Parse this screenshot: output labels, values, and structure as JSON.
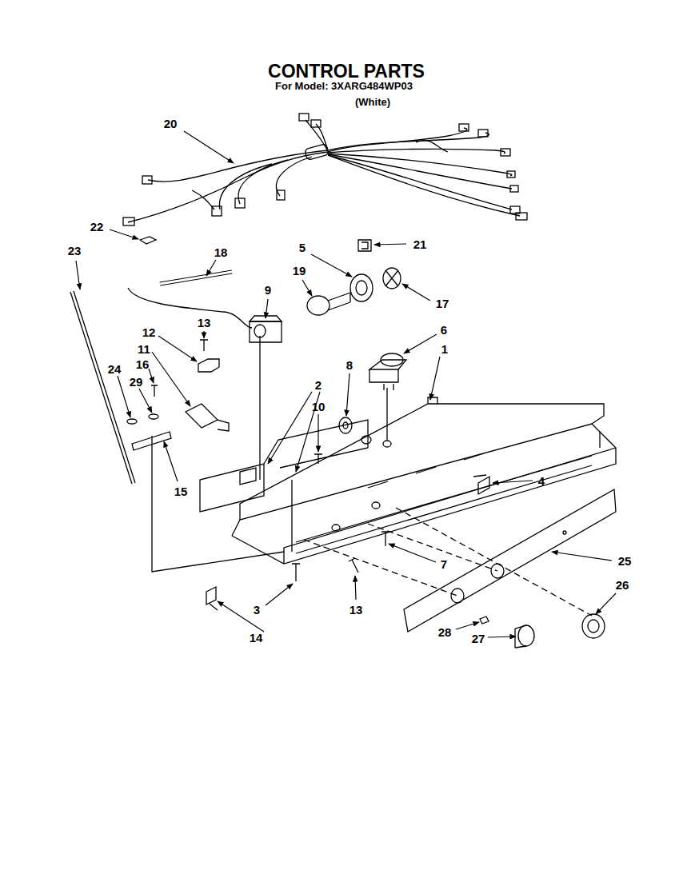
{
  "diagram": {
    "title": "CONTROL PARTS",
    "labels": [
      "For Model: 3XARG484WP03",
      "(White)",
      "20",
      "22",
      "21",
      "5",
      "23",
      "18",
      "19",
      "17",
      "9",
      "12",
      "13",
      "6",
      "11",
      "16",
      "8",
      "2",
      "24",
      "29",
      "1",
      "10",
      "4",
      "15",
      "7",
      "25",
      "26",
      "3",
      "13",
      "28",
      "27",
      "14"
    ]
  }
}
